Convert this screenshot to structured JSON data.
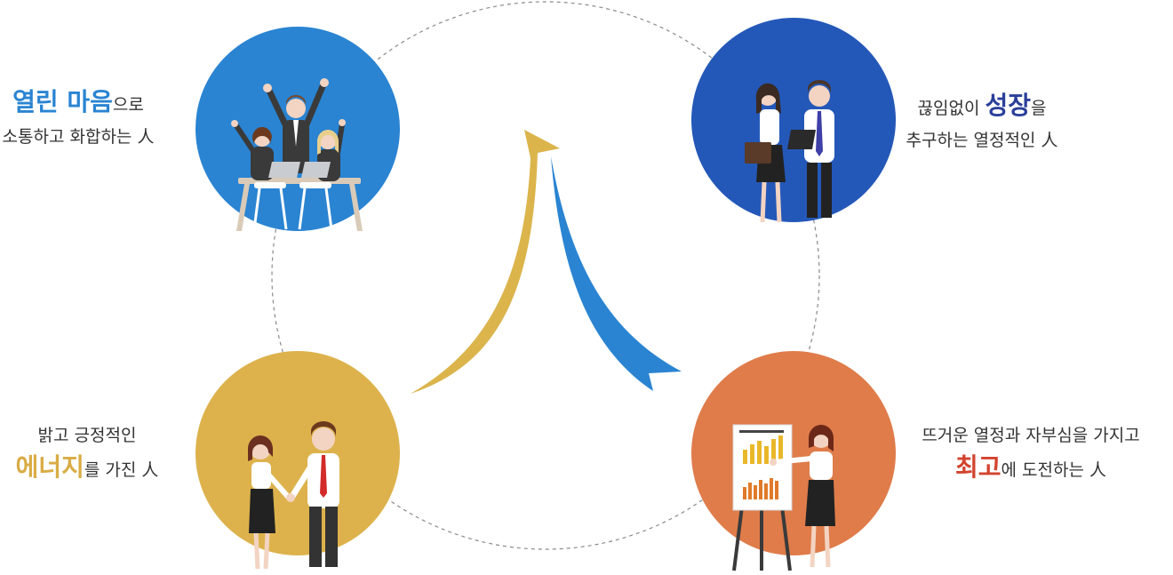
{
  "colors": {
    "circle_open": "#2a84d2",
    "circle_growth": "#2458b8",
    "circle_bright": "#ddb24c",
    "circle_best": "#df7c4a",
    "arrow_gold": "#dbb44c",
    "arrow_blue": "#2a84d2",
    "hl_blue": "#2a84d2",
    "hl_navy": "#2b3f9a",
    "hl_gold": "#d9ac45",
    "hl_red": "#d2432d"
  },
  "icons": {
    "open": "celebrating-team-icon",
    "growth": "business-partners-icon",
    "bright": "handshake-icon",
    "best": "presentation-icon"
  },
  "captions": {
    "open": {
      "hl": "열린 마음",
      "rest": "으로",
      "line2": "소통하고 화합하는 人"
    },
    "growth": {
      "pre": "끊임없이 ",
      "hl": "성장",
      "rest": "을",
      "line2": "추구하는 열정적인 人"
    },
    "bright": {
      "line1": "밝고 긍정적인",
      "hl": "에너지",
      "rest": "를 가진 人"
    },
    "best": {
      "line1": "뜨거운 열정과 자부심을 가지고",
      "hl": "최고",
      "rest": "에 도전하는 人"
    }
  }
}
